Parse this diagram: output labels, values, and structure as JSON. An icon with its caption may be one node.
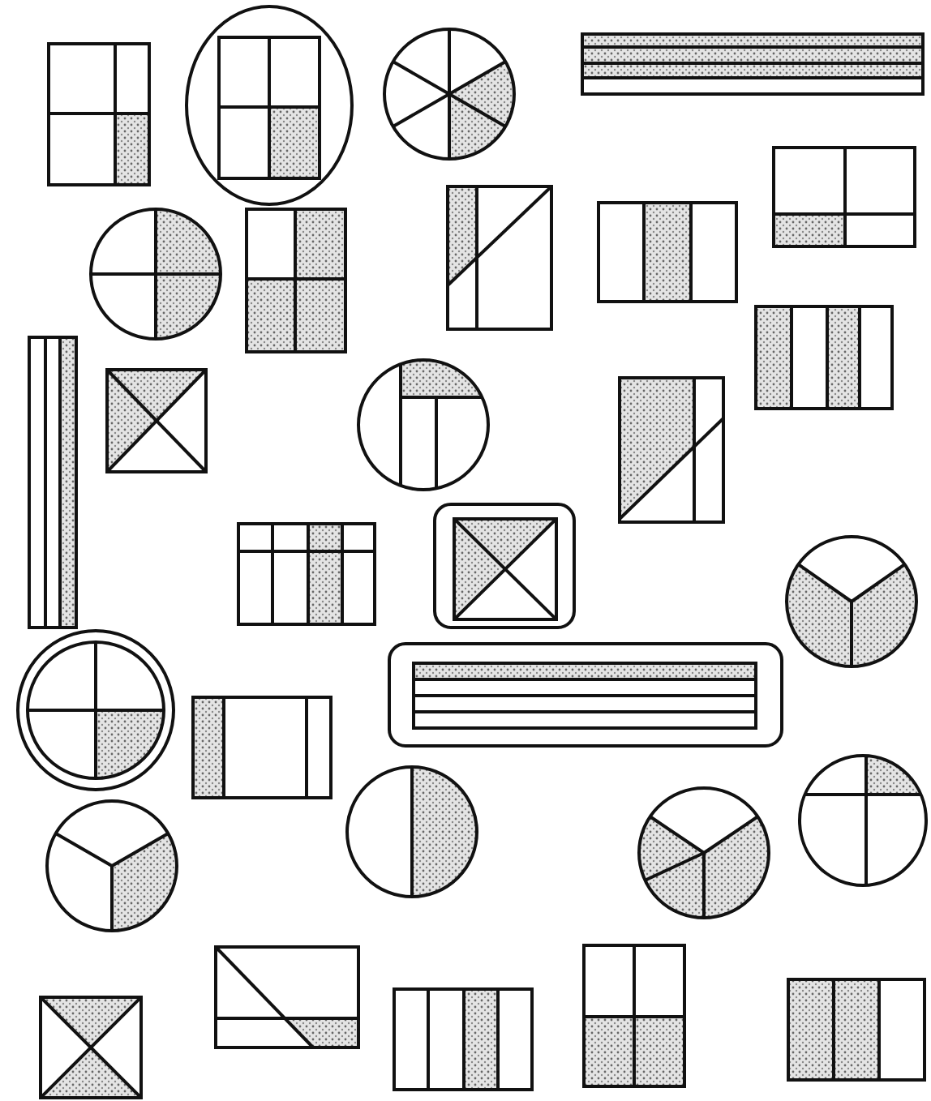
{
  "diagram": {
    "nodes": [
      {
        "text": [],
        "shape": "box"
      },
      {
        "text": [],
        "shape": "circle"
      },
      {
        "text": [],
        "shape": "box",
        "in": 1
      },
      {
        "text": [],
        "shape": "circle"
      },
      {
        "text": [],
        "shape": "box"
      },
      {
        "text": [],
        "shape": "box"
      },
      {
        "text": [],
        "shape": "circle"
      },
      {
        "text": [],
        "shape": "box"
      },
      {
        "text": [],
        "shape": "box"
      },
      {
        "text": [],
        "shape": "box"
      },
      {
        "text": [],
        "shape": "box"
      },
      {
        "text": [],
        "shape": "box"
      },
      {
        "text": [],
        "shape": "box"
      },
      {
        "text": [],
        "shape": "circle"
      },
      {
        "text": [],
        "shape": "box"
      },
      {
        "text": [],
        "shape": "box"
      },
      {
        "text": [],
        "shape": "box"
      },
      {
        "text": [],
        "shape": "box",
        "in": 16
      },
      {
        "text": [],
        "shape": "circle"
      },
      {
        "text": [],
        "shape": "circle"
      },
      {
        "text": [],
        "shape": "circle",
        "in": 19
      },
      {
        "text": [],
        "shape": "box"
      },
      {
        "text": [],
        "shape": "box",
        "in": 21
      },
      {
        "text": [],
        "shape": "box"
      },
      {
        "text": [],
        "shape": "circle"
      },
      {
        "text": [],
        "shape": "circle"
      },
      {
        "text": [],
        "shape": "circle"
      },
      {
        "text": [],
        "shape": "circle"
      },
      {
        "text": [],
        "shape": "box"
      },
      {
        "text": [],
        "shape": "box"
      },
      {
        "text": [],
        "shape": "box"
      },
      {
        "text": [],
        "shape": "box"
      },
      {
        "text": [],
        "shape": "box"
      }
    ]
  }
}
